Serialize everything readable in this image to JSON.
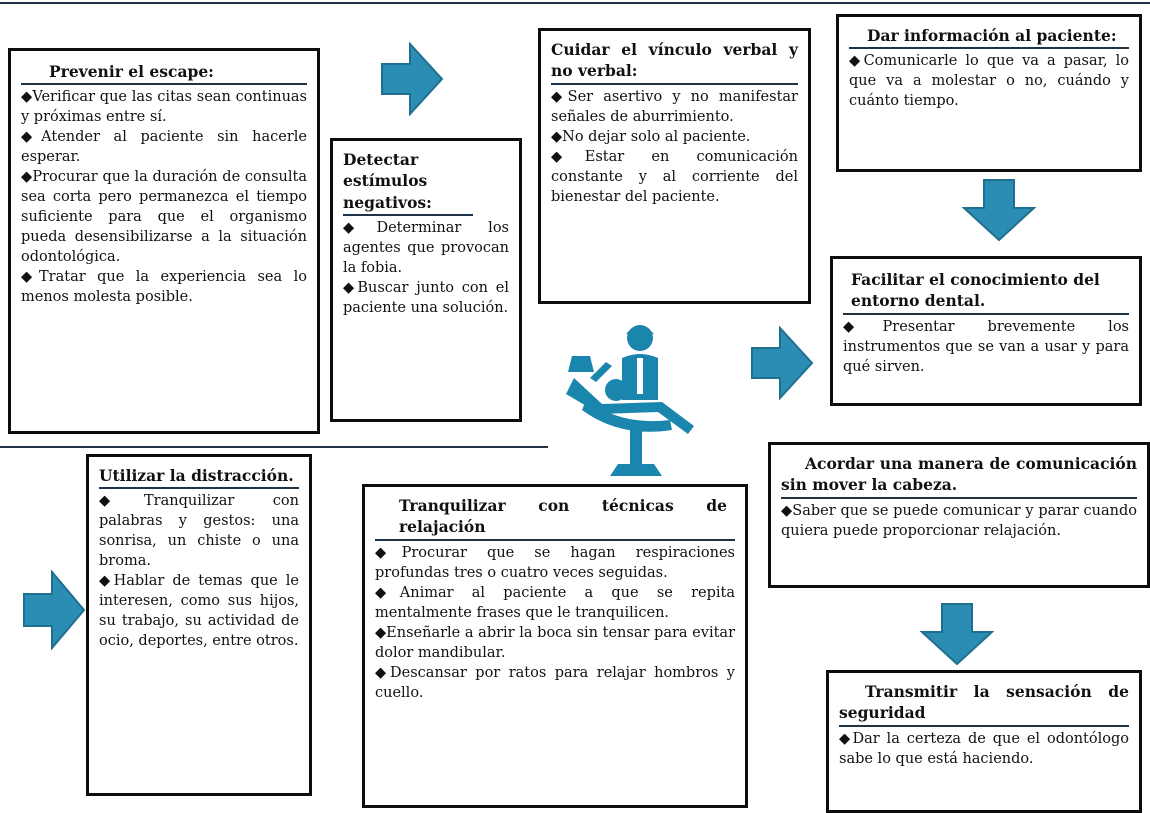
{
  "colors": {
    "arrow": "#2c8db4",
    "arrow_shade": "#1f6f90",
    "icon": "#1b86ad",
    "border": "#0d0d0d",
    "rule": "#1f3344"
  },
  "icons": {
    "arrow": "arrow-icon",
    "dentist": "dentist-chair-icon"
  },
  "boxes": {
    "prevenir": {
      "title": "Prevenir el escape:",
      "items": [
        "◆Verificar que las citas sean continuas y próximas entre sí.",
        "◆Atender al paciente sin hacerle esperar.",
        "◆Procurar que la duración de consulta sea corta pero permanezca el tiempo suficiente para que el organismo pueda desensibilizarse a la situación odontológica.",
        "◆Tratar que la experiencia sea lo menos molesta posible."
      ]
    },
    "detectar": {
      "title": "Detectar estímulos negativos:",
      "items": [
        "◆Determinar los agentes que provocan la fobia.",
        "◆Buscar junto con el paciente una solución."
      ]
    },
    "cuidar": {
      "title": "Cuidar el vínculo verbal y no verbal:",
      "items": [
        "◆Ser asertivo y no manifestar señales de aburrimiento.",
        "◆No dejar solo al paciente.",
        "◆Estar en comunicación constante y al corriente del bienestar del paciente."
      ]
    },
    "dar": {
      "title": "Dar información al paciente:",
      "items": [
        "◆Comunicarle lo que va a pasar, lo que va a molestar o no, cuándo y cuánto tiempo."
      ]
    },
    "facilitar": {
      "title": "Facilitar el conocimiento del entorno dental.",
      "items": [
        "◆Presentar brevemente los instrumentos que se van a usar y para qué sirven."
      ]
    },
    "utilizar": {
      "title": "Utilizar la distracción.",
      "items": [
        "◆Tranquilizar con palabras y gestos: una sonrisa, un chiste o una broma.",
        "◆Hablar de temas que le interesen, como sus hijos, su trabajo, su actividad de ocio, deportes, entre otros."
      ]
    },
    "tranquilizar": {
      "title": "Tranquilizar con técnicas de relajación",
      "items": [
        "◆Procurar que se hagan respiraciones profundas tres o cuatro veces seguidas.",
        "◆Animar al paciente a que se repita mentalmente frases que le tranquilicen.",
        "◆Enseñarle a abrir la boca sin tensar para evitar dolor mandibular.",
        "◆Descansar por ratos para relajar hombros y cuello."
      ]
    },
    "acordar": {
      "title": "Acordar una manera de comunicación sin mover la cabeza.",
      "items": [
        "◆Saber que se puede comunicar y parar cuando quiera puede proporcionar relajación."
      ]
    },
    "transmitir": {
      "title": "Transmitir la sensación de seguridad",
      "items": [
        "◆Dar la certeza de que el odontólogo sabe lo que está haciendo."
      ]
    }
  }
}
